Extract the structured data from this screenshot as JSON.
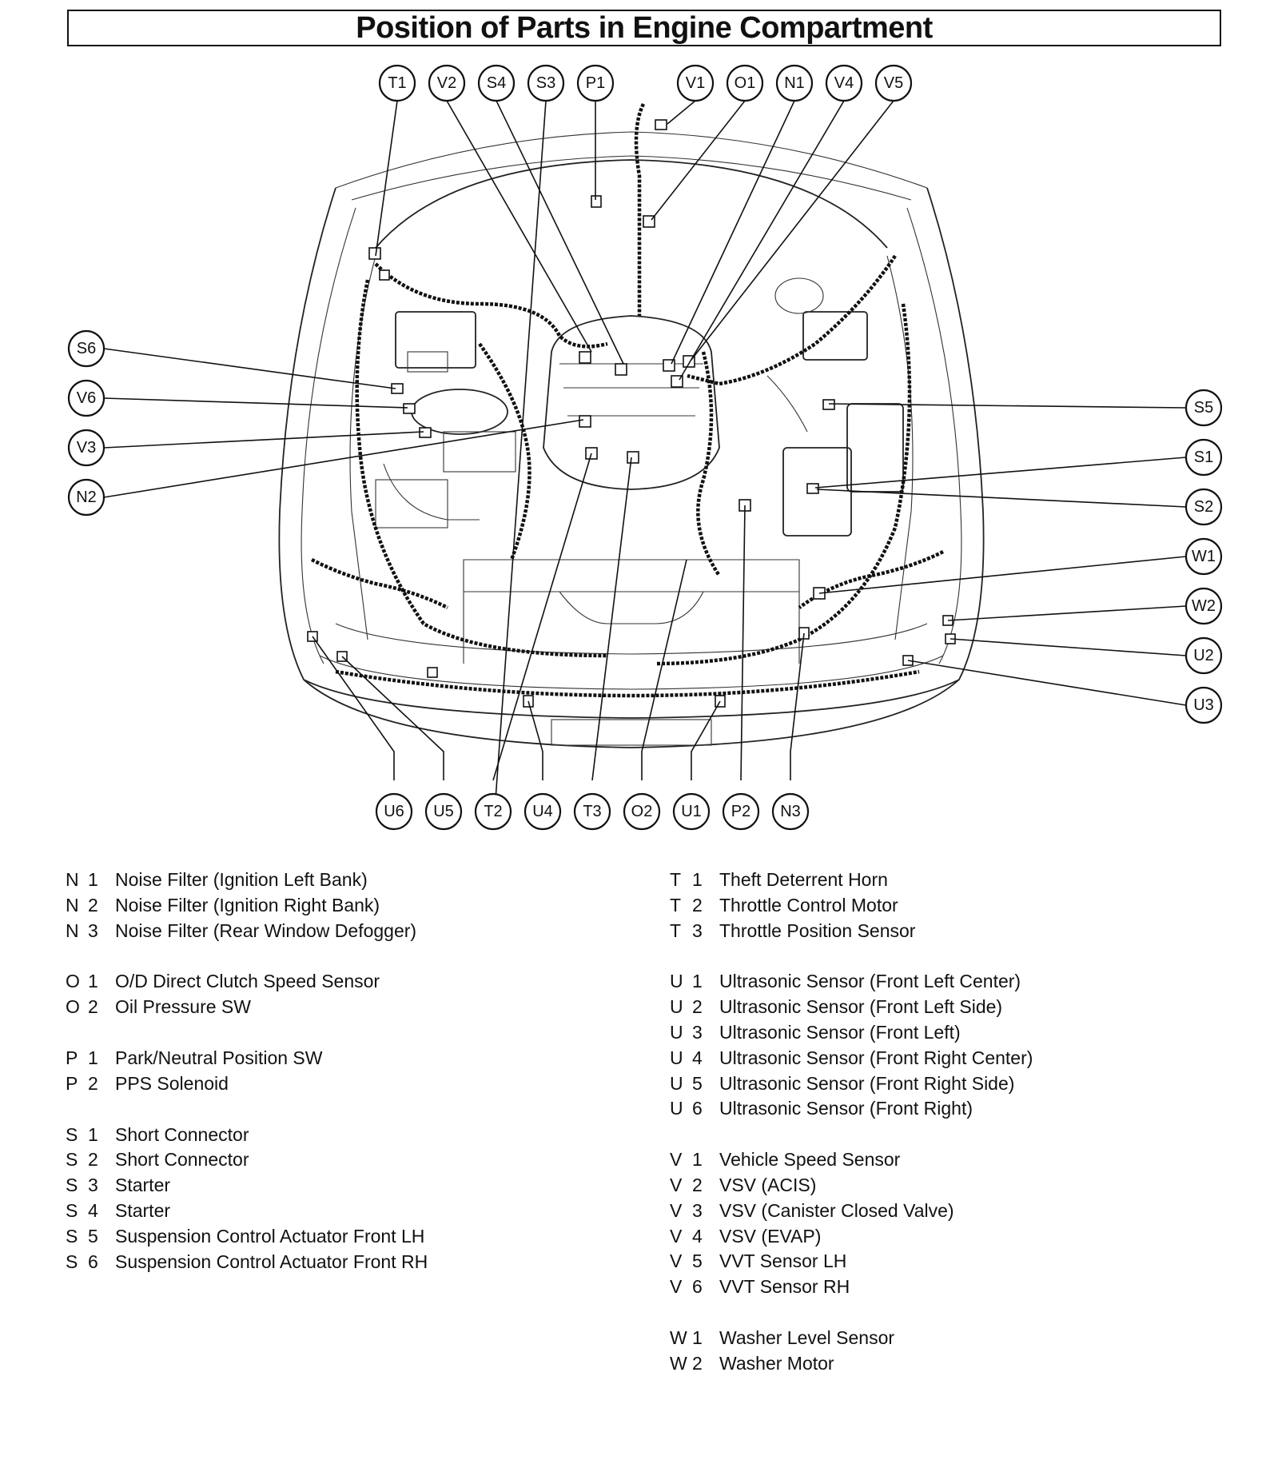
{
  "title": "Position of Parts in Engine Compartment",
  "callouts": {
    "T1": "T1",
    "V2": "V2",
    "S4": "S4",
    "S3": "S3",
    "P1": "P1",
    "V1": "V1",
    "O1": "O1",
    "N1": "N1",
    "V4": "V4",
    "V5": "V5",
    "S6": "S6",
    "V6": "V6",
    "V3": "V3",
    "N2": "N2",
    "S5": "S5",
    "S1": "S1",
    "S2": "S2",
    "W1": "W1",
    "W2": "W2",
    "U2": "U2",
    "U3": "U3",
    "U6": "U6",
    "U5": "U5",
    "T2": "T2",
    "U4": "U4",
    "T3": "T3",
    "O2": "O2",
    "U1": "U1",
    "P2": "P2",
    "N3": "N3"
  },
  "legend_left": [
    [
      {
        "letter": "N",
        "num": "1",
        "name": "Noise Filter (Ignition Left Bank)"
      },
      {
        "letter": "N",
        "num": "2",
        "name": "Noise Filter (Ignition Right Bank)"
      },
      {
        "letter": "N",
        "num": "3",
        "name": "Noise Filter (Rear Window Defogger)"
      }
    ],
    [
      {
        "letter": "O",
        "num": "1",
        "name": "O/D Direct Clutch Speed Sensor"
      },
      {
        "letter": "O",
        "num": "2",
        "name": "Oil Pressure SW"
      }
    ],
    [
      {
        "letter": "P",
        "num": "1",
        "name": "Park/Neutral Position SW"
      },
      {
        "letter": "P",
        "num": "2",
        "name": "PPS Solenoid"
      }
    ],
    [
      {
        "letter": "S",
        "num": "1",
        "name": "Short Connector"
      },
      {
        "letter": "S",
        "num": "2",
        "name": "Short Connector"
      },
      {
        "letter": "S",
        "num": "3",
        "name": "Starter"
      },
      {
        "letter": "S",
        "num": "4",
        "name": "Starter"
      },
      {
        "letter": "S",
        "num": "5",
        "name": "Suspension Control Actuator Front LH"
      },
      {
        "letter": "S",
        "num": "6",
        "name": "Suspension Control Actuator Front RH"
      }
    ]
  ],
  "legend_right": [
    [
      {
        "letter": "T",
        "num": "1",
        "name": "Theft Deterrent Horn"
      },
      {
        "letter": "T",
        "num": "2",
        "name": "Throttle Control Motor"
      },
      {
        "letter": "T",
        "num": "3",
        "name": "Throttle Position Sensor"
      }
    ],
    [
      {
        "letter": "U",
        "num": "1",
        "name": "Ultrasonic Sensor (Front Left Center)"
      },
      {
        "letter": "U",
        "num": "2",
        "name": "Ultrasonic Sensor (Front Left Side)"
      },
      {
        "letter": "U",
        "num": "3",
        "name": "Ultrasonic Sensor (Front Left)"
      },
      {
        "letter": "U",
        "num": "4",
        "name": "Ultrasonic Sensor (Front Right Center)"
      },
      {
        "letter": "U",
        "num": "5",
        "name": "Ultrasonic Sensor (Front Right Side)"
      },
      {
        "letter": "U",
        "num": "6",
        "name": "Ultrasonic Sensor (Front Right)"
      }
    ],
    [
      {
        "letter": "V",
        "num": "1",
        "name": "Vehicle Speed Sensor"
      },
      {
        "letter": "V",
        "num": "2",
        "name": "VSV (ACIS)"
      },
      {
        "letter": "V",
        "num": "3",
        "name": "VSV (Canister Closed Valve)"
      },
      {
        "letter": "V",
        "num": "4",
        "name": "VSV (EVAP)"
      },
      {
        "letter": "V",
        "num": "5",
        "name": "VVT Sensor LH"
      },
      {
        "letter": "V",
        "num": "6",
        "name": "VVT Sensor RH"
      }
    ],
    [
      {
        "letter": "W",
        "num": "1",
        "name": "Washer Level Sensor"
      },
      {
        "letter": "W",
        "num": "2",
        "name": "Washer Motor"
      }
    ]
  ]
}
